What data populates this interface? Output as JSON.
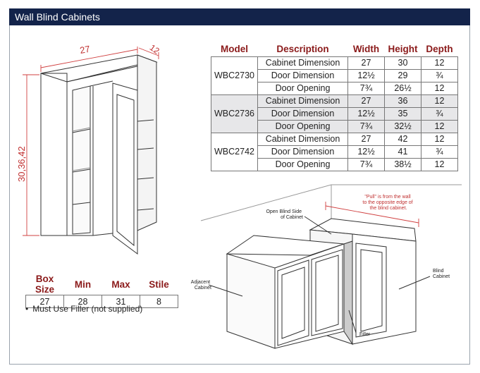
{
  "title": "Wall Blind Cabinets",
  "cabinet_drawing": {
    "width_label": "27",
    "depth_label": "12",
    "height_label": "30,36,42"
  },
  "spec_table": {
    "headers": [
      "Model",
      "Description",
      "Width",
      "Height",
      "Depth"
    ],
    "groups": [
      {
        "model": "WBC2730",
        "rows": [
          {
            "description": "Cabinet Dimension",
            "width": "27",
            "height": "30",
            "depth": "12"
          },
          {
            "description": "Door Dimension",
            "width": "12½",
            "height": "29",
            "depth": "¾"
          },
          {
            "description": "Door Opening",
            "width": "7¾",
            "height": "26½",
            "depth": "12"
          }
        ]
      },
      {
        "model": "WBC2736",
        "rows": [
          {
            "description": "Cabinet Dimension",
            "width": "27",
            "height": "36",
            "depth": "12"
          },
          {
            "description": "Door Dimension",
            "width": "12½",
            "height": "35",
            "depth": "¾"
          },
          {
            "description": "Door Opening",
            "width": "7¾",
            "height": "32½",
            "depth": "12"
          }
        ]
      },
      {
        "model": "WBC2742",
        "rows": [
          {
            "description": "Cabinet Dimension",
            "width": "27",
            "height": "42",
            "depth": "12"
          },
          {
            "description": "Door Dimension",
            "width": "12½",
            "height": "41",
            "depth": "¾"
          },
          {
            "description": "Door Opening",
            "width": "7¾",
            "height": "38½",
            "depth": "12"
          }
        ]
      }
    ]
  },
  "box_table": {
    "headers": [
      "Box Size",
      "Min",
      "Max",
      "Stile"
    ],
    "values": [
      "27",
      "28",
      "31",
      "8"
    ]
  },
  "note": "Must Use Filler (not supplied)",
  "diagram_labels": {
    "pull_note": "\"Pull\" is from the wall to the opposite edge of the blind cabinet.",
    "open_blind_side": "Open Blind Side of Cabinet",
    "adjacent": "Adjacent Cabinet",
    "blind": "Blind Cabinet",
    "filler": "Filler"
  },
  "colors": {
    "title_bar": "#13234a",
    "header_text": "#8b1a1a",
    "dimension_line": "#d04040",
    "shade": "#e7e7e9"
  }
}
